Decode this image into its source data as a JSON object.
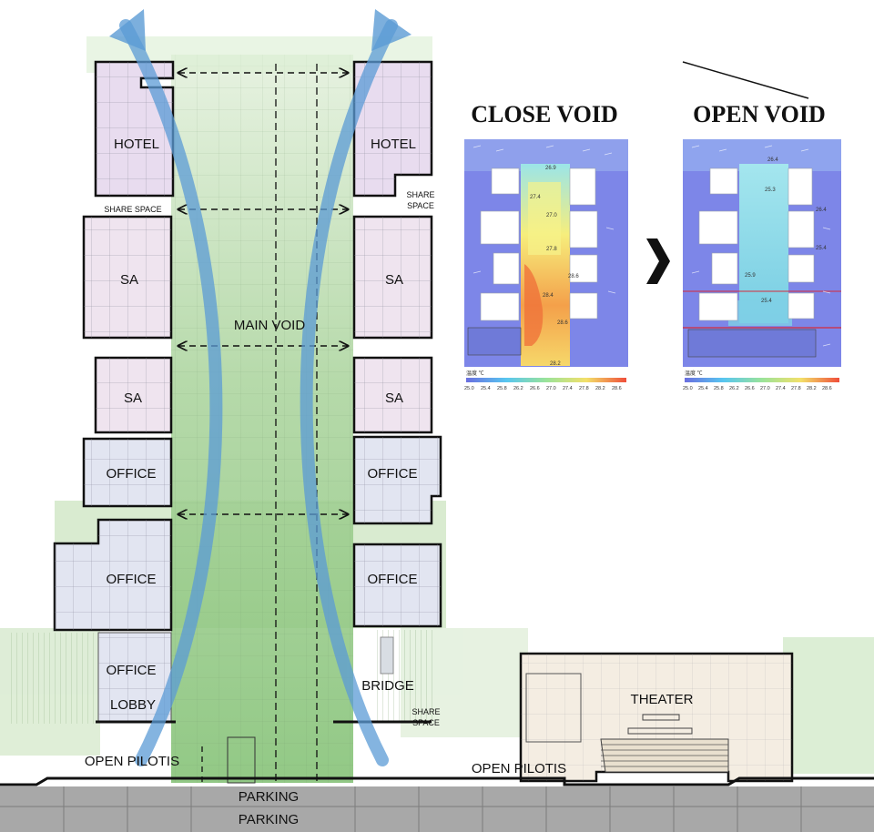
{
  "headings": {
    "close_void": "CLOSE VOID",
    "open_void": "OPEN VOID"
  },
  "void_label": "MAIN VOID",
  "left_tower": [
    {
      "label": "HOTEL"
    },
    {
      "label": "SA"
    },
    {
      "label": "SA"
    },
    {
      "label": "OFFICE"
    },
    {
      "label": "OFFICE"
    },
    {
      "label": "OFFICE"
    },
    {
      "label": "LOBBY"
    }
  ],
  "right_tower": [
    {
      "label": "HOTEL"
    },
    {
      "label": "SA"
    },
    {
      "label": "SA"
    },
    {
      "label": "OFFICE"
    },
    {
      "label": "OFFICE"
    }
  ],
  "share_space": {
    "left": "SHARE SPACE",
    "right_line1": "SHARE",
    "right_line2": "SPACE",
    "lower_line1": "SHARE",
    "lower_line2": "SPACE"
  },
  "ground": {
    "bridge": "BRIDGE",
    "open_pilotis_left": "OPEN PILOTIS",
    "open_pilotis_right": "OPEN PILOTIS",
    "theater": "THEATER",
    "parking_1": "PARKING",
    "parking_2": "PARKING"
  },
  "close_sim": {
    "values": [
      "26.9",
      "27.4",
      "27.0",
      "27.8",
      "28.6",
      "28.4",
      "28.6",
      "28.2"
    ],
    "legend_title": "温度 ℃",
    "scale": [
      "25.0",
      "25.4",
      "25.8",
      "26.2",
      "26.6",
      "27.0",
      "27.4",
      "27.8",
      "28.2",
      "28.6"
    ]
  },
  "open_sim": {
    "values": [
      "26.4",
      "25.3",
      "26.4",
      "25.4",
      "25.9",
      "25.4"
    ],
    "legend_title": "温度 ℃",
    "scale": [
      "25.0",
      "25.4",
      "25.8",
      "26.2",
      "26.6",
      "27.0",
      "27.4",
      "27.8",
      "28.2",
      "28.6"
    ]
  },
  "colors": {
    "void_green": "#9ccc8e",
    "hotel_fill": "#e8dcef",
    "sa_fill": "#efe4ef",
    "office_fill": "#e2e5f1",
    "airflow": "#5b9bd5",
    "parking": "#a8a8a8",
    "sim_blue": "#7d86e8",
    "sim_hot": "#f08a40"
  }
}
